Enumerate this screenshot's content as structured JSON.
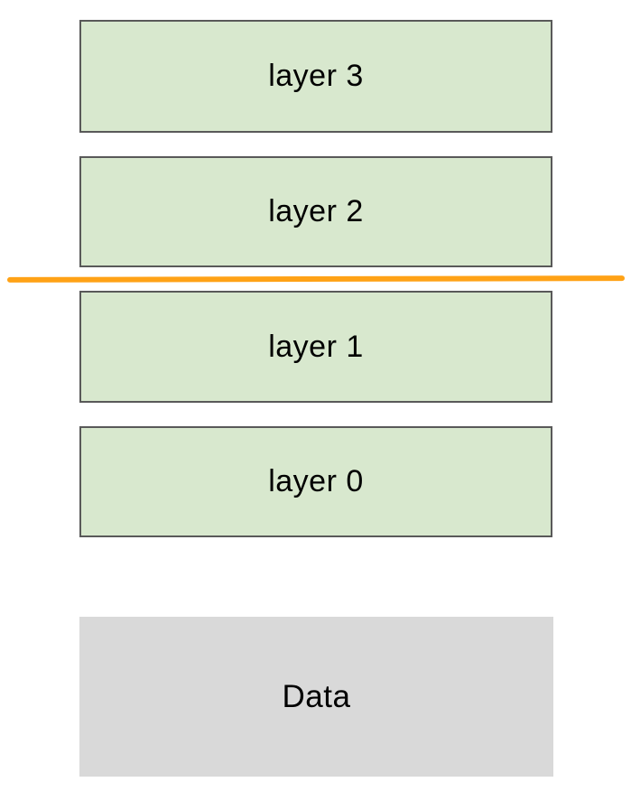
{
  "diagram": {
    "title": "layer-stack-diagram",
    "layers": [
      {
        "label": "layer 3"
      },
      {
        "label": "layer 2"
      },
      {
        "label": "layer 1"
      },
      {
        "label": "layer 0"
      }
    ],
    "divider": {
      "description": "horizontal separator between layer 2 and layer 1",
      "color": "#ffa216"
    },
    "data_block": {
      "label": "Data"
    },
    "colors": {
      "layer_fill": "#d8e8ce",
      "layer_border": "#595959",
      "data_fill": "#d9d9d9",
      "text": "#000000",
      "background": "#ffffff"
    }
  }
}
